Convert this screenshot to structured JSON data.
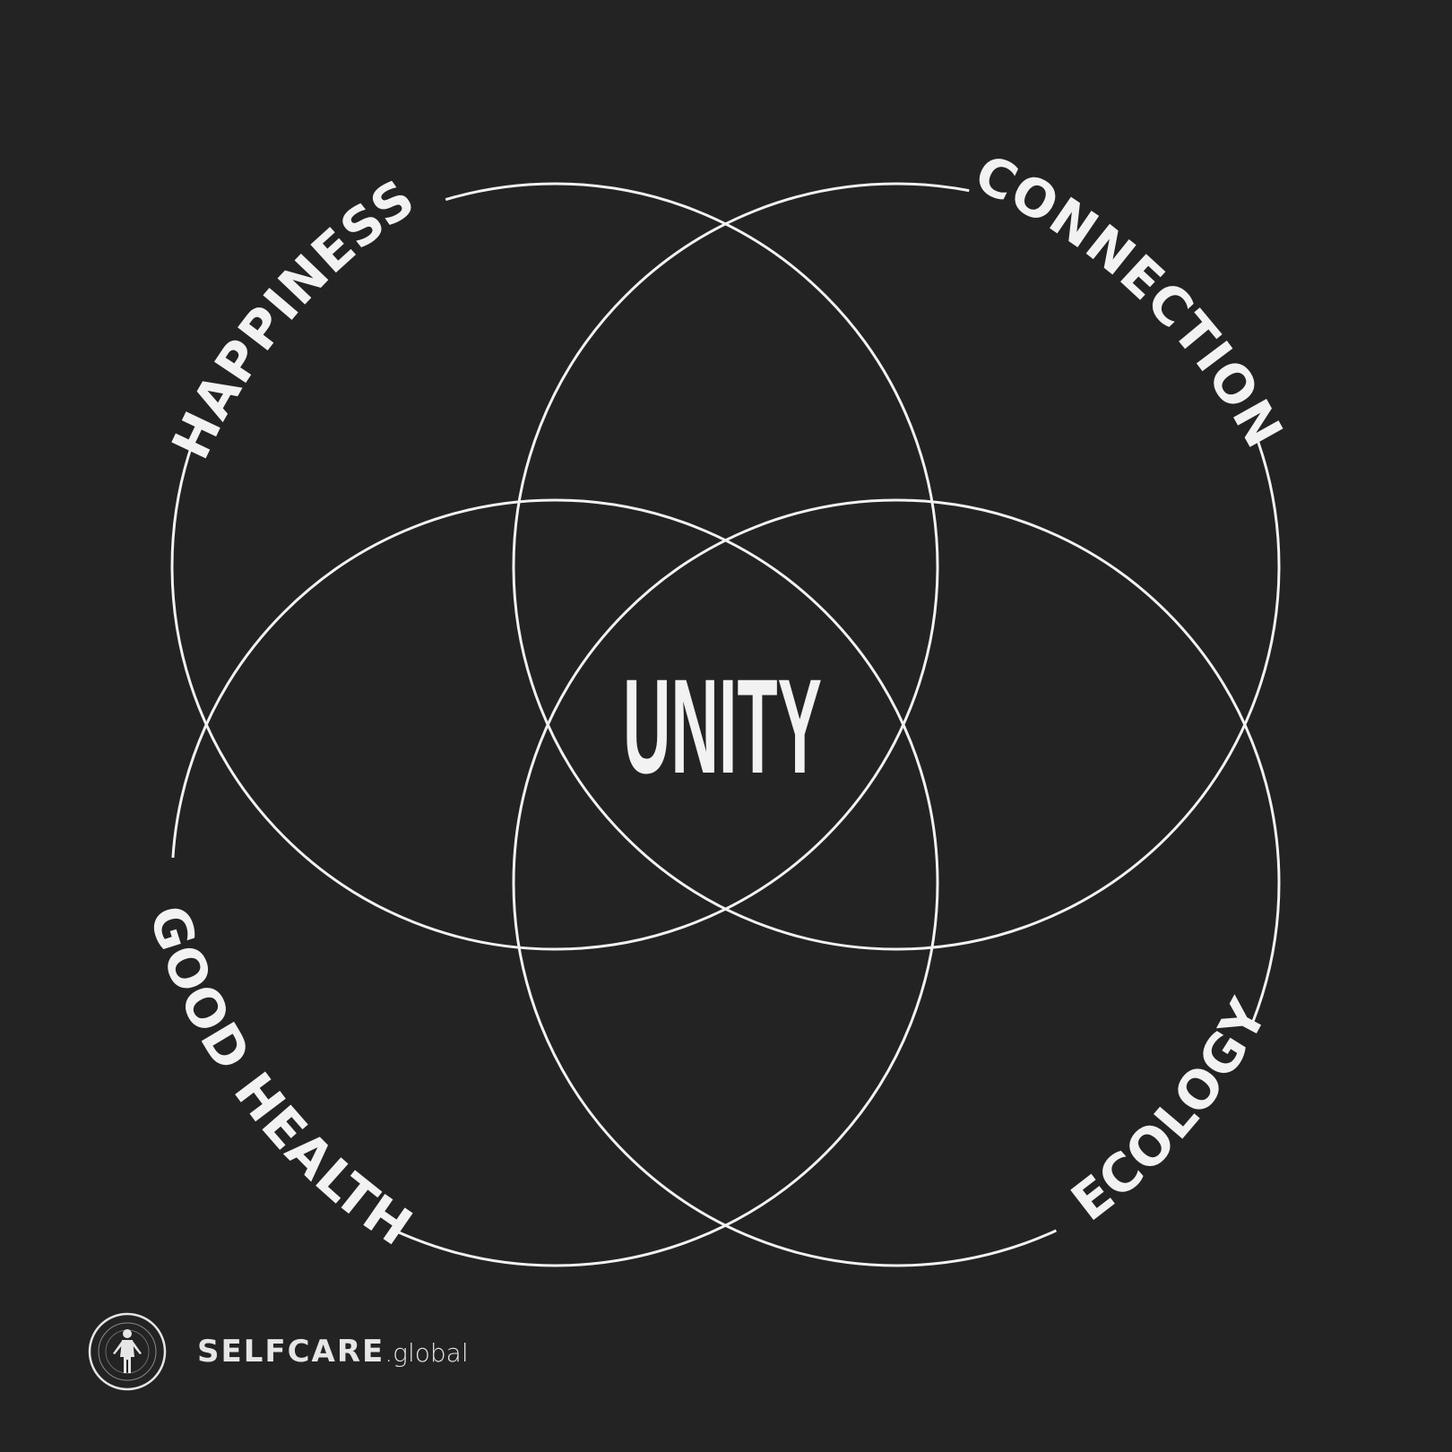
{
  "diagram": {
    "center_label": "UNITY",
    "petals": [
      {
        "id": "happiness",
        "label": "HAPPINESS"
      },
      {
        "id": "connection",
        "label": "CONNECTION"
      },
      {
        "id": "good-health",
        "label": "GOOD HEALTH"
      },
      {
        "id": "ecology",
        "label": "ECOLOGY"
      }
    ]
  },
  "brand": {
    "name": "SELFCARE",
    "domain": ".global",
    "logo_icon": "human-figure-circle-icon"
  },
  "colors": {
    "background": "#232323",
    "foreground": "#f2f2f2"
  }
}
